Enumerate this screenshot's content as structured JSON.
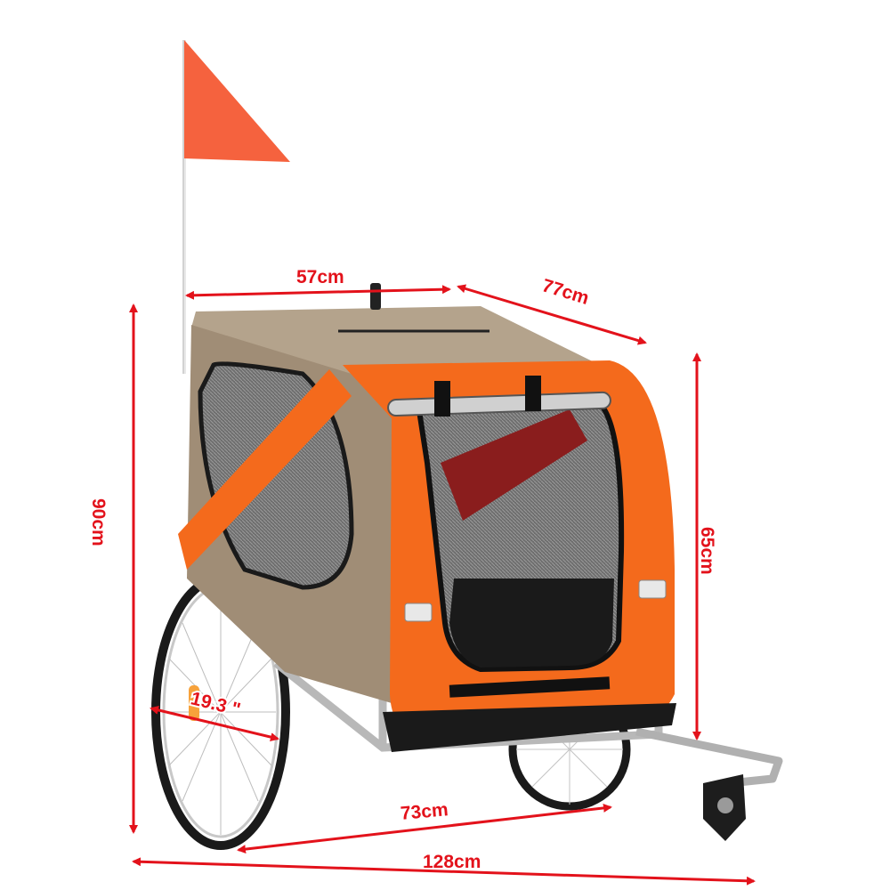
{
  "product": {
    "colors": {
      "orange": "#f46a1c",
      "tan": "#a08d76",
      "frame": "#1c1c1c",
      "dimension": "#e3121b",
      "flag": "#f5623e"
    }
  },
  "dimensions": {
    "top_width": "57cm",
    "top_depth": "77cm",
    "total_height": "90cm",
    "body_height": "65cm",
    "wheel_diameter": "19.3 \"",
    "wheelbase_length": "73cm",
    "total_length": "128cm"
  }
}
